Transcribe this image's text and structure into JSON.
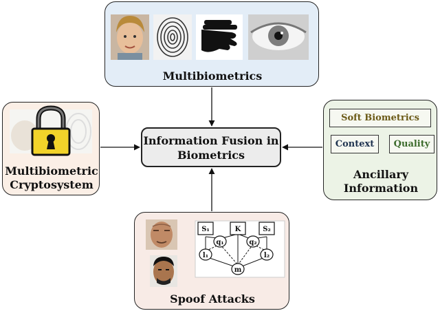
{
  "center": {
    "line1": "Information Fusion in",
    "line2": "Biometrics"
  },
  "top": {
    "label": "Multibiometrics"
  },
  "left": {
    "line1": "Multibiometric",
    "line2": "Cryptosystem"
  },
  "right": {
    "soft_label": "Soft Biometrics",
    "context_label": "Context",
    "quality_label": "Quality",
    "line1": "Ancillary",
    "line2": "Information"
  },
  "bottom": {
    "label": "Spoof Attacks",
    "graph": {
      "s1": "S₁",
      "k": "K",
      "s2": "S₂",
      "q1": "q₁",
      "q2": "q₂",
      "l1": "l₁",
      "l2": "l₂",
      "m": "m"
    }
  },
  "colors": {
    "top_bg": "#e3edf7",
    "left_bg": "#fbefe6",
    "right_bg": "#ecf3e6",
    "bottom_bg": "#f8ebe6",
    "soft_text": "#6b5a17",
    "context_text": "#1f3350",
    "quality_text": "#3c6b2c"
  }
}
